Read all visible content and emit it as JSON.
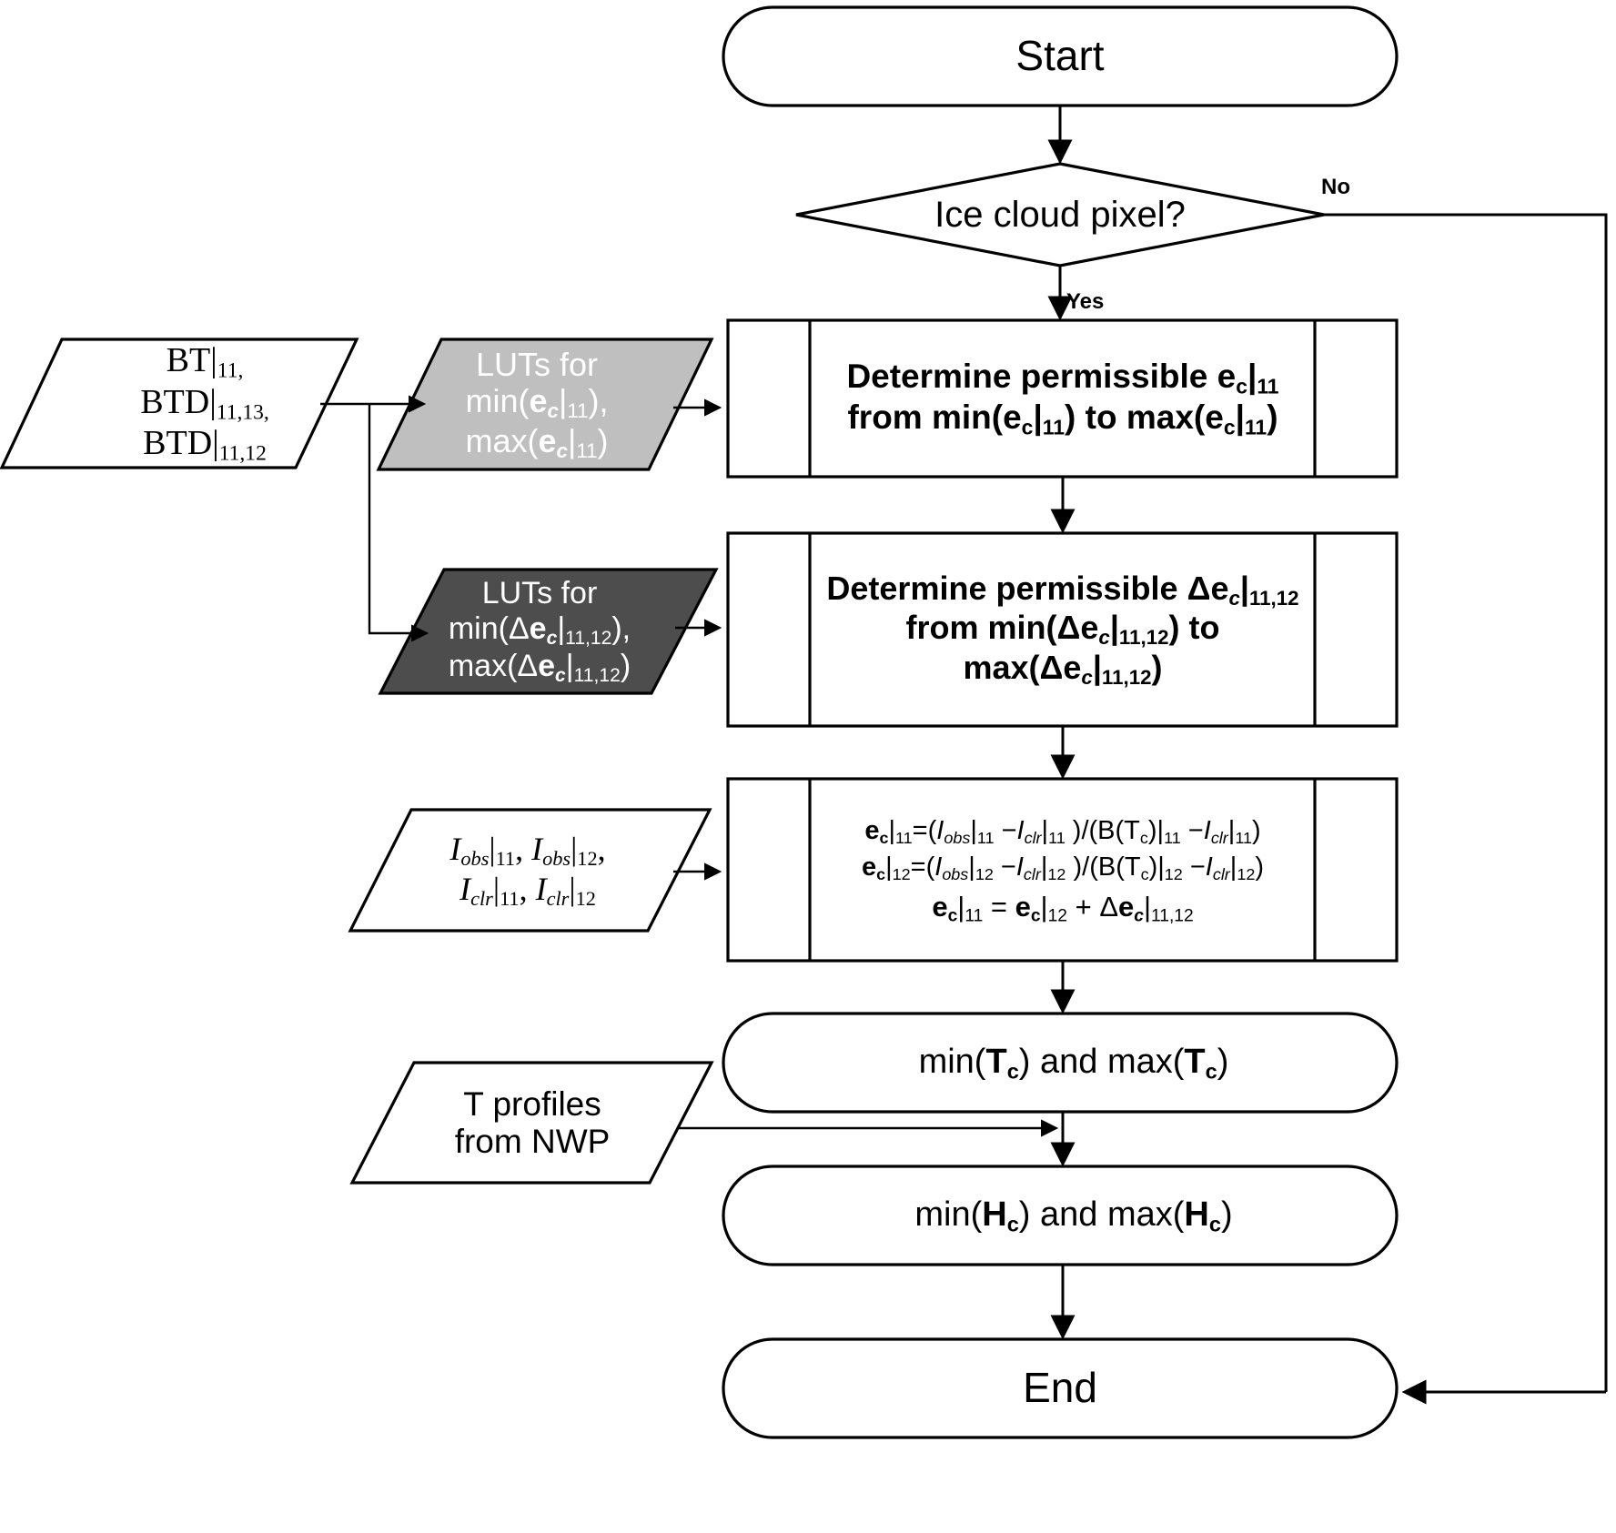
{
  "diagram": {
    "title": "Ice cloud emissivity and cloud top height retrieval flowchart",
    "colors": {
      "stroke": "#000000",
      "background": "#ffffff",
      "lut_light_fill": "#bfbfbf",
      "lut_dark_fill": "#4d4d4d",
      "lut_text": "#ffffff",
      "connector": "#000000"
    }
  },
  "nodes": {
    "start": {
      "label": "Start",
      "shape": "terminator"
    },
    "decision": {
      "label": "Ice cloud pixel?",
      "shape": "decision"
    },
    "input_bt": {
      "shape": "parallelogram",
      "line1": "BT|11,",
      "line2": "BTD|11,13,",
      "line3": "BTD|11,12",
      "plain": "BT|11, BTD|11,13, BTD|11,12"
    },
    "lut_light": {
      "shape": "parallelogram",
      "fill": "#bfbfbf",
      "line1": "LUTs for",
      "line2": "min(ec|11),",
      "line3": "max(ec|11)",
      "plain": "LUTs for min(ec|11), max(ec|11)"
    },
    "lut_dark": {
      "shape": "parallelogram",
      "fill": "#4d4d4d",
      "line1": "LUTs for",
      "line2": "min(Δec|11,12),",
      "line3": "max(Δec|11,12)",
      "plain": "LUTs for min(Δec|11,12), max(Δec|11,12)"
    },
    "process_1": {
      "shape": "predefined-process",
      "line1": "Determine permissible ec|11",
      "line2": "from min(ec|11) to max(ec|11)"
    },
    "process_2": {
      "shape": "predefined-process",
      "line1": "Determine permissible Δec|11,12",
      "line2": "from min(Δec|11,12) to max(Δec|11,12)"
    },
    "input_radiances": {
      "shape": "parallelogram",
      "line1": "Iobs|11, Iobs|12,",
      "line2": "Iclr|11, Iclr|12",
      "plain": "Iobs|11, Iobs|12, Iclr|11, Iclr|12"
    },
    "process_3": {
      "shape": "predefined-process",
      "eq1": "ec|11=(Iobs|11 −Iclr|11 )/(B(Tc)|11 −Iclr|11)",
      "eq2": "ec|12=(Iobs|12 −Iclr|12 )/(B(Tc)|12 −Iclr|12)",
      "eq3": "ec|11 = ec|12 + Δec|11,12"
    },
    "output_tc": {
      "shape": "terminator",
      "label": "min(Tc) and max(Tc)"
    },
    "input_tprofiles": {
      "shape": "parallelogram",
      "line1": "T profiles",
      "line2": "from NWP"
    },
    "output_hc": {
      "shape": "terminator",
      "label": "min(Hc) and max(Hc)"
    },
    "end": {
      "label": "End",
      "shape": "terminator"
    }
  },
  "edge_labels": {
    "yes": "Yes",
    "no": "No"
  }
}
